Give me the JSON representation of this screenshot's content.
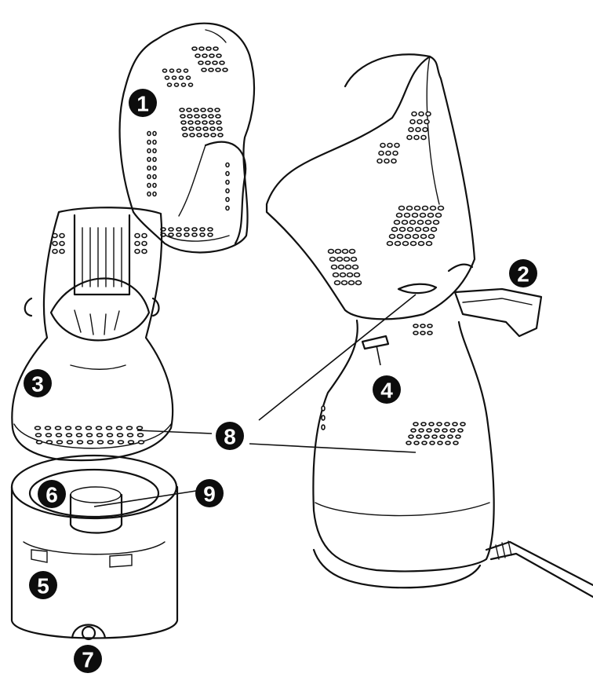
{
  "diagram": {
    "line_color": "#111111",
    "badge_color": "#0d0d0d",
    "callouts": [
      {
        "id": "1",
        "label": "1"
      },
      {
        "id": "2",
        "label": "2"
      },
      {
        "id": "3",
        "label": "3"
      },
      {
        "id": "4",
        "label": "4"
      },
      {
        "id": "5",
        "label": "5"
      },
      {
        "id": "6",
        "label": "6"
      },
      {
        "id": "7",
        "label": "7"
      },
      {
        "id": "8",
        "label": "8"
      },
      {
        "id": "9",
        "label": "9"
      }
    ]
  }
}
